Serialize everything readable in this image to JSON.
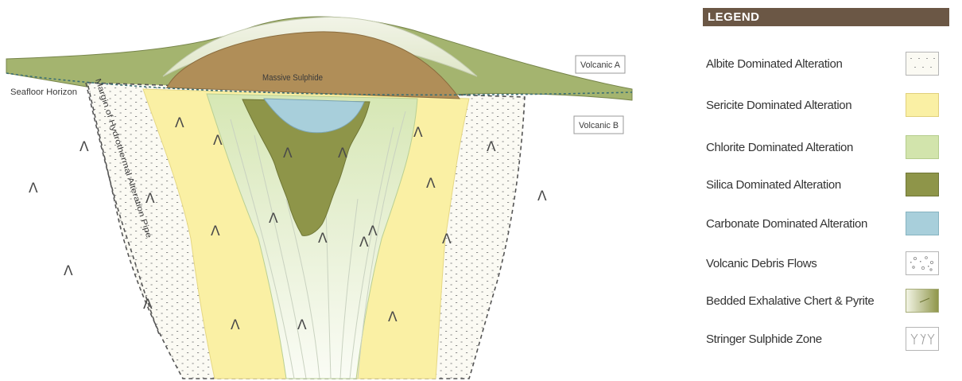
{
  "diagram": {
    "labels": {
      "massive_sulphide": "Massive Sulphide",
      "seafloor_horizon": "Seafloor Horizon",
      "volcanic_a": "Volcanic A",
      "volcanic_b": "Volcanic B",
      "alteration_margin": "Margin of Hydrothermal Alteration Pipe"
    },
    "volcanic_mark": "Λ",
    "colors": {
      "albite": "#fbfaf3",
      "sericite": "#faf0a4",
      "chlorite": "#d2e4ac",
      "silica": "#8e9549",
      "carbonate": "#a8cfdb",
      "massive_sulphide": "#b08e58",
      "volcanic_a": "#a4b46f",
      "chert_cap": "#e9eddc"
    }
  },
  "legend": {
    "title": "LEGEND",
    "items": [
      {
        "label": "Albite Dominated Alteration",
        "swatch": "albite"
      },
      {
        "label": "Sericite Dominated Alteration",
        "swatch": "sericite"
      },
      {
        "label": "Chlorite Dominated Alteration",
        "swatch": "chlorite"
      },
      {
        "label": "Silica Dominated Alteration",
        "swatch": "silica"
      },
      {
        "label": "Carbonate Dominated Alteration",
        "swatch": "carbonate"
      },
      {
        "label": "Volcanic Debris Flows",
        "swatch": "debris"
      },
      {
        "label": "Bedded Exhalative Chert & Pyrite",
        "swatch": "chert"
      },
      {
        "label": "Stringer Sulphide Zone",
        "swatch": "stringer"
      }
    ]
  }
}
